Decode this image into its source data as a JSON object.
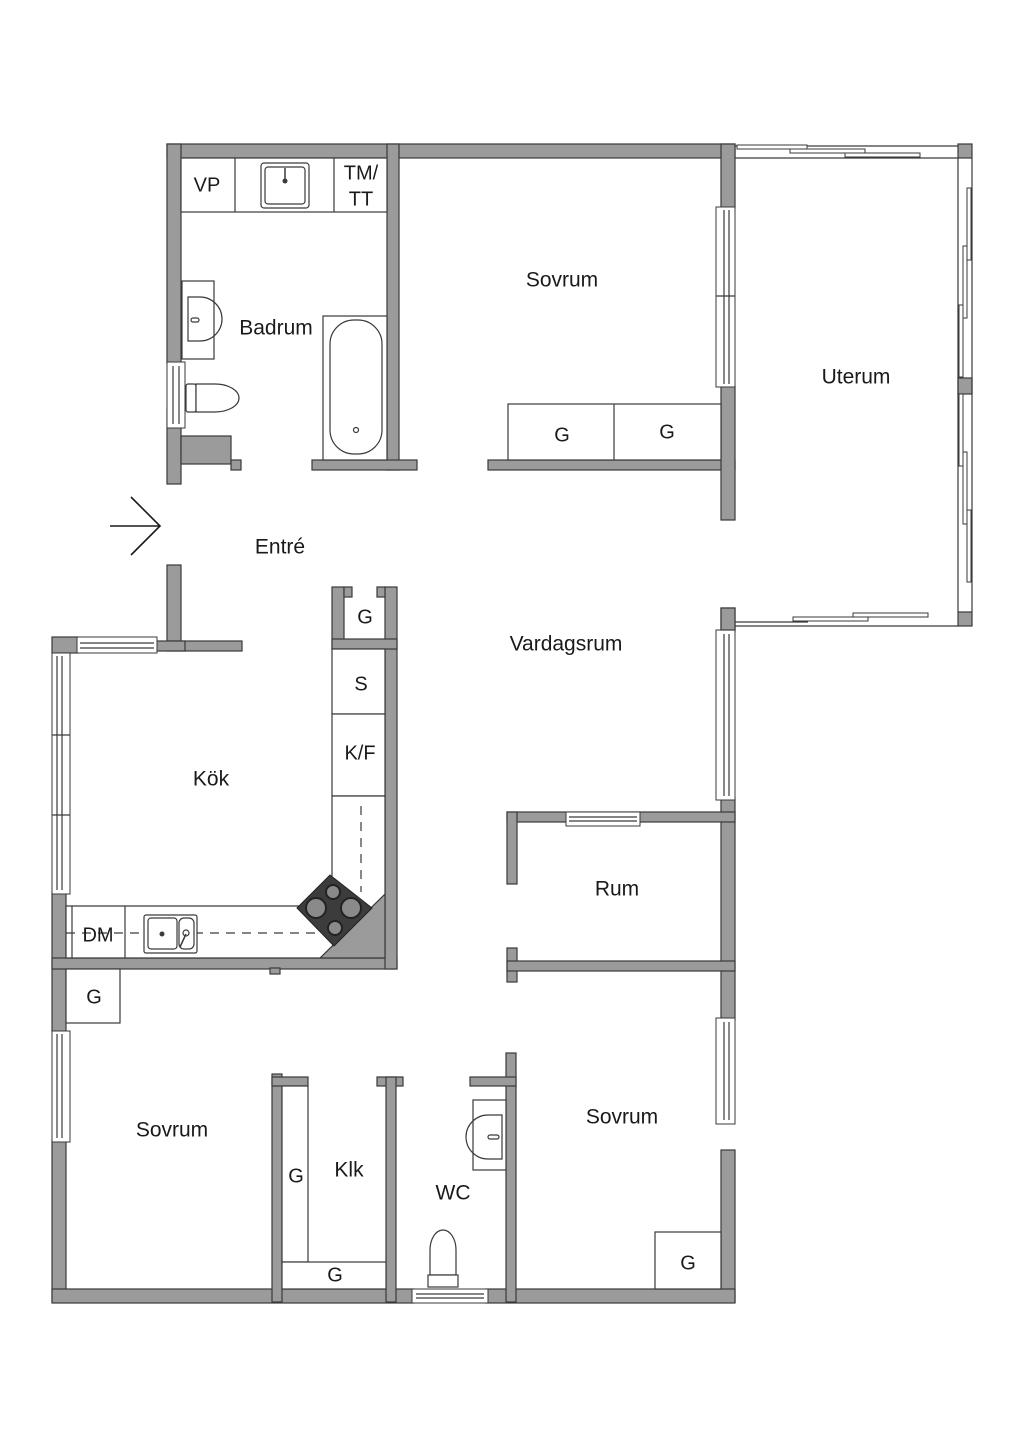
{
  "plan": {
    "rooms": [
      {
        "id": "badrum",
        "label": "Badrum"
      },
      {
        "id": "sovrum_top",
        "label": "Sovrum"
      },
      {
        "id": "uterum",
        "label": "Uterum"
      },
      {
        "id": "entre",
        "label": "Entré"
      },
      {
        "id": "vardagsrum",
        "label": "Vardagsrum"
      },
      {
        "id": "kok",
        "label": "Kök"
      },
      {
        "id": "rum",
        "label": "Rum"
      },
      {
        "id": "sovrum_left",
        "label": "Sovrum"
      },
      {
        "id": "klk",
        "label": "Klk"
      },
      {
        "id": "wc",
        "label": "WC"
      },
      {
        "id": "sovrum_right",
        "label": "Sovrum"
      }
    ],
    "fixtures": {
      "vp": "VP",
      "tm_line1": "TM/",
      "tm_line2": "TT",
      "g": "G",
      "s": "S",
      "kf": "K/F",
      "dm": "DM"
    },
    "colors": {
      "wall": "#9b9b9b",
      "line": "#3a3a3a",
      "stove": "#3c3c3c",
      "background": "#ffffff"
    },
    "entrance_icon": "arrow-right-icon"
  }
}
